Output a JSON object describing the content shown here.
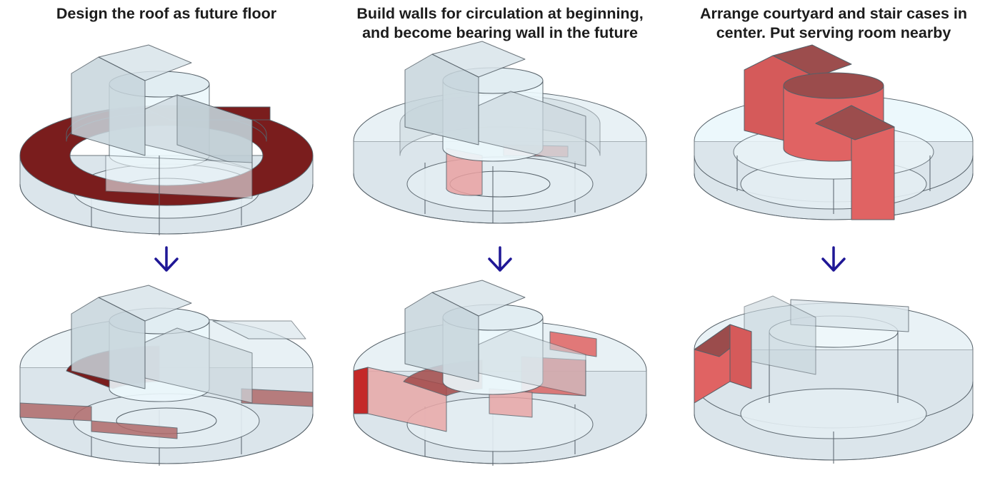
{
  "colors": {
    "glass_fill": "#d5e1e8",
    "glass_light": "#ecf8fc",
    "glass_stroke": "#556068",
    "dark_red": "#7a1d1d",
    "light_red": "#e06363",
    "arrow": "#1f1796"
  },
  "columns": [
    {
      "caption_lines": [
        "Design the roof as future floor"
      ],
      "before_icon": "roof-slab-diagram",
      "after_icon": "future-floor-diagram"
    },
    {
      "caption_lines": [
        "Build walls for circulation at beginning,",
        "and become bearing wall in the future"
      ],
      "before_icon": "circulation-wall-diagram",
      "after_icon": "bearing-wall-diagram"
    },
    {
      "caption_lines": [
        "Arrange courtyard and stair cases in",
        "center. Put serving room nearby"
      ],
      "before_icon": "courtyard-stair-diagram",
      "after_icon": "serving-room-diagram"
    }
  ],
  "arrow_icon": "down-arrow-icon"
}
